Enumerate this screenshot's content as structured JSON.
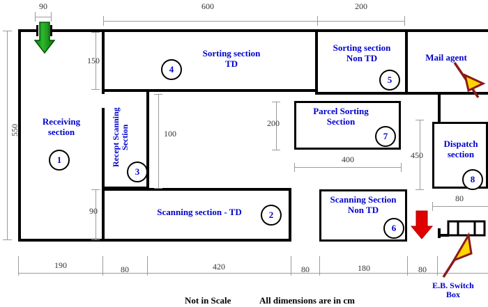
{
  "diagram": {
    "footer_note_1": "Not in Scale",
    "footer_note_2": "All dimensions are in cm",
    "colors": {
      "room_label": "#0000cc",
      "wall": "#000000",
      "dimension": "#333333",
      "entry_arrow": "#119911",
      "exit_arrow": "#e00000",
      "callout_arrow": "#8b1a1a",
      "callout_tip": "#ffd700"
    }
  },
  "rooms": [
    {
      "id": "1",
      "name": "Receiving section",
      "line1": "Receiving",
      "line2": "section"
    },
    {
      "id": "2",
      "name": "Scanning section - TD",
      "line1": "Scanning section - TD",
      "line2": ""
    },
    {
      "id": "3",
      "name": "Recept Scanning Section",
      "line1": "Recept Scanning",
      "line2": "Section"
    },
    {
      "id": "4",
      "name": "Sorting section TD",
      "line1": "Sorting section",
      "line2": "TD"
    },
    {
      "id": "5",
      "name": "Sorting section Non TD",
      "line1": "Sorting section",
      "line2": "Non TD"
    },
    {
      "id": "6",
      "name": "Scanning Section Non TD",
      "line1": "Scanning Section",
      "line2": "Non TD"
    },
    {
      "id": "7",
      "name": "Parcel Sorting Section",
      "line1": "Parcel Sorting",
      "line2": "Section"
    },
    {
      "id": "8",
      "name": "Dispatch section",
      "line1": "Dispatch",
      "line2": "section"
    }
  ],
  "callouts": [
    {
      "id": "mail-agent",
      "label": "Mail agent"
    },
    {
      "id": "eb-switch-box",
      "line1": "E.B. Switch",
      "line2": "Box"
    }
  ],
  "dimensions": {
    "top": [
      {
        "value": "90"
      },
      {
        "value": "600"
      },
      {
        "value": "200"
      }
    ],
    "bottom": [
      {
        "value": "190"
      },
      {
        "value": "80"
      },
      {
        "value": "420"
      },
      {
        "value": "80"
      },
      {
        "value": "180"
      },
      {
        "value": "80"
      }
    ],
    "left": [
      {
        "value": "550"
      }
    ],
    "interior": [
      {
        "value": "150"
      },
      {
        "value": "100"
      },
      {
        "value": "200"
      },
      {
        "value": "90"
      },
      {
        "value": "400"
      },
      {
        "value": "450"
      },
      {
        "value": "80"
      }
    ]
  }
}
